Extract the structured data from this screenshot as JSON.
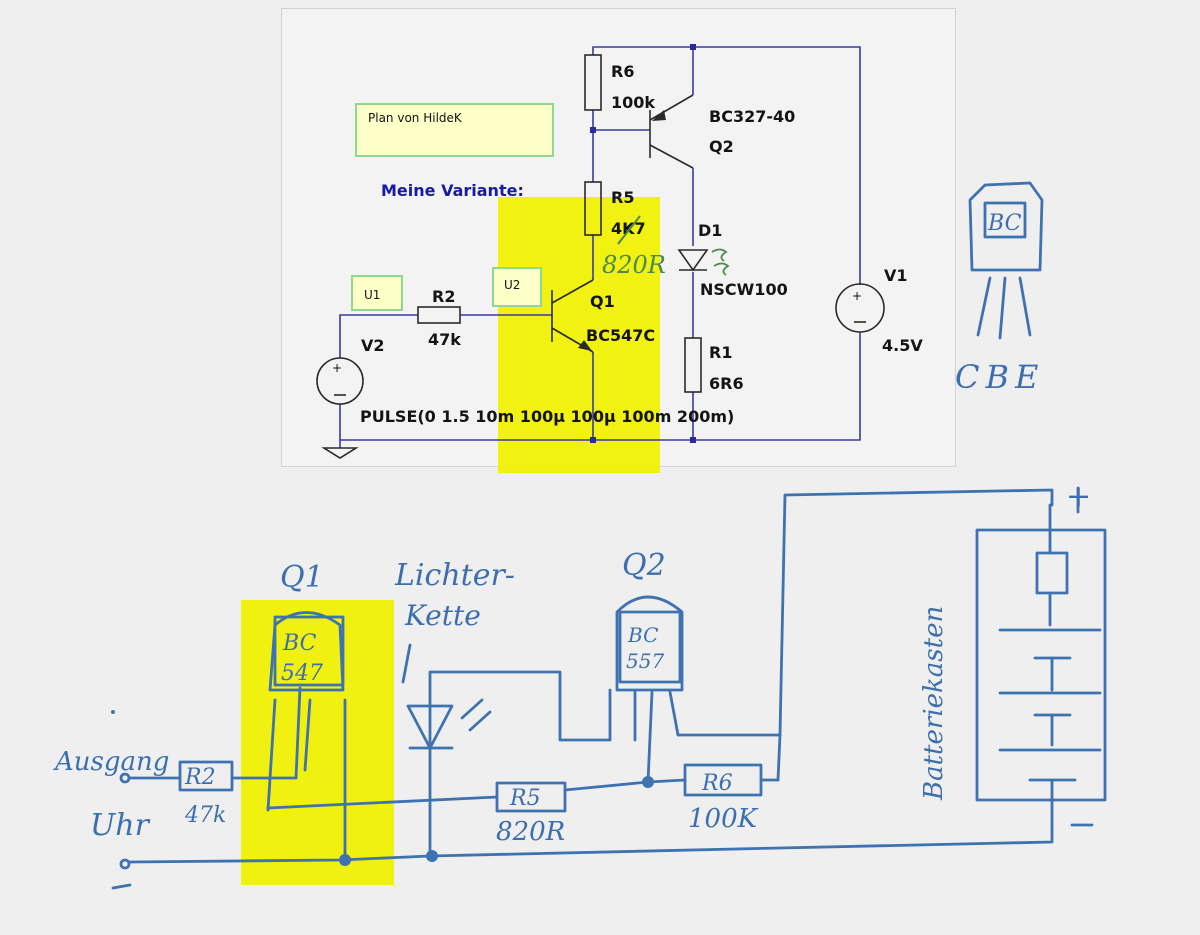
{
  "schematic": {
    "note_plan": "Plan von HildeK",
    "heading_variant": "Meine Variante:",
    "label_U1": "U1",
    "label_U2": "U2",
    "components": {
      "R6_name": "R6",
      "R6_value": "100k",
      "Q2_part": "BC327-40",
      "Q2_name": "Q2",
      "R5_name": "R5",
      "R5_value": "4K7",
      "R5_handwritten": "820R",
      "D1_name": "D1",
      "D1_part": "NSCW100",
      "R2_name": "R2",
      "R2_value": "47k",
      "Q1_name": "Q1",
      "Q1_part": "BC547C",
      "V2_name": "V2",
      "R1_name": "R1",
      "R1_value": "6R6",
      "V1_name": "V1",
      "V1_value": "4.5V",
      "pulse": "PULSE(0 1.5 10m 100µ 100µ 100m 200m)"
    }
  },
  "sketch": {
    "pinout_top": "BC",
    "pinout_pins": "CBE",
    "q1_label": "Q1",
    "q1_body_top": "BC",
    "q1_body_bottom": "547",
    "lights_line1": "Lichter-",
    "lights_line2": "Kette",
    "q2_label": "Q2",
    "q2_body_top": "BC",
    "q2_body_bottom": "557",
    "ausgang": "Ausgang",
    "uhr": "Uhr",
    "r2_name": "R2",
    "r2_value": "47k",
    "r5_name": "R5",
    "r5_value": "820R",
    "r6_name": "R6",
    "r6_value": "100K",
    "battery": "Batteriekasten",
    "plus": "+"
  },
  "colors": {
    "highlight": "#f0f000",
    "pen": "#3f72b0",
    "wire": "#3a3aa0",
    "note_border": "#8fd88f"
  }
}
